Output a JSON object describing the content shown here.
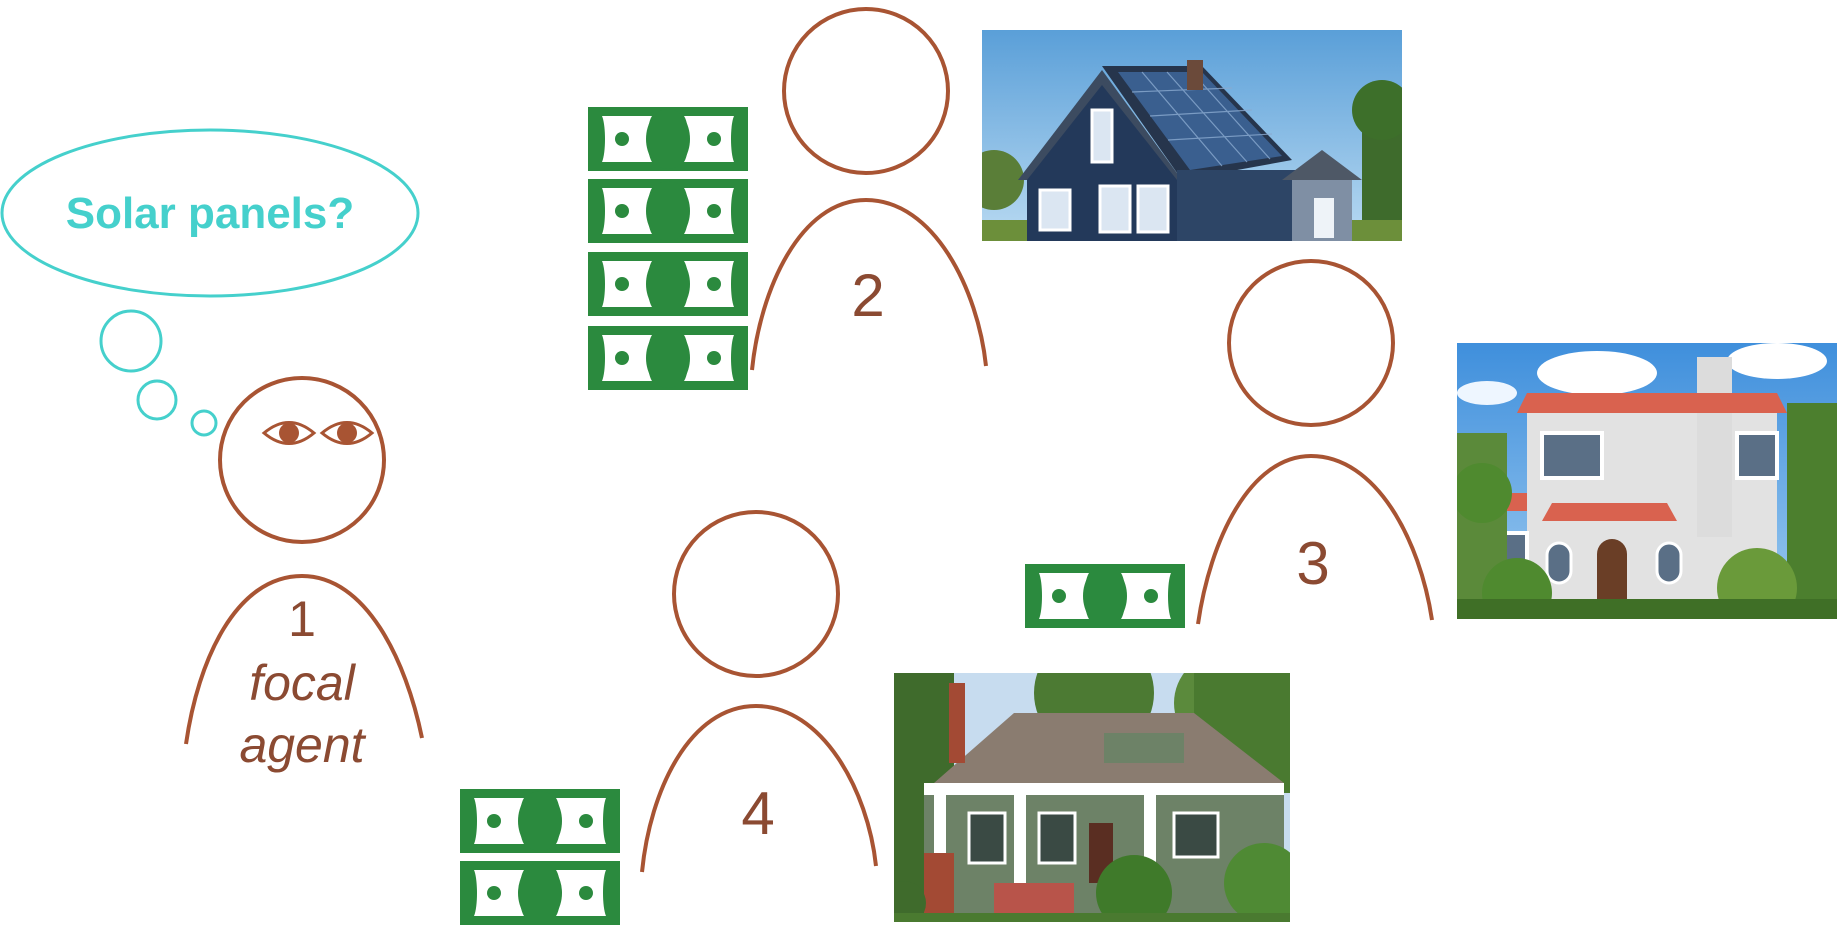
{
  "colors": {
    "agent": "#a85433",
    "thought": "#45d0cc",
    "money": "#2b8a3e",
    "label": "#8b4a32"
  },
  "thought_bubble": {
    "text": "Solar panels?"
  },
  "agents": [
    {
      "id": "1",
      "number": "1",
      "caption_line1": "focal",
      "caption_line2": "agent",
      "money_bills": 0,
      "house": null
    },
    {
      "id": "2",
      "number": "2",
      "money_bills": 4,
      "house": "house-with-solar-panels"
    },
    {
      "id": "3",
      "number": "3",
      "money_bills": 1,
      "house": "stucco-house-red-tile-roof"
    },
    {
      "id": "4",
      "number": "4",
      "money_bills": 2,
      "house": "craftsman-bungalow"
    }
  ],
  "icons": {
    "eyes": "eyes-icon",
    "bill": "dollar-bill-icon"
  }
}
